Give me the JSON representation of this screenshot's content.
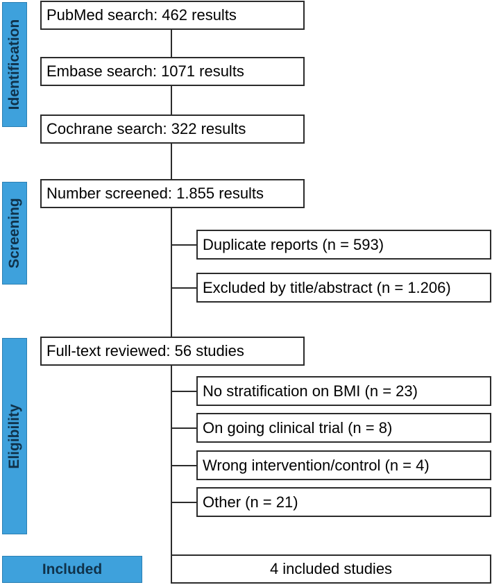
{
  "phases": {
    "identification": "Identification",
    "screening": "Screening",
    "eligibility": "Eligibility",
    "included": "Included"
  },
  "identification": {
    "pubmed": "PubMed search: 462 results",
    "embase": "Embase search: 1071 results",
    "cochrane": "Cochrane search: 322 results"
  },
  "screening": {
    "screened": "Number screened: 1.855 results",
    "duplicates": "Duplicate reports (n = 593)",
    "excluded_title": "Excluded by title/abstract (n = 1.206)"
  },
  "eligibility": {
    "fulltext": "Full-text reviewed: 56 studies",
    "exclusions": [
      "No stratification on BMI (n = 23)",
      "On going clinical trial (n = 8)",
      "Wrong intervention/control (n = 4)",
      "Other (n = 21)"
    ]
  },
  "included": {
    "studies": "4 included studies"
  },
  "colors": {
    "phase_fill": "#3ea1dc",
    "box_border": "#2b2b2b"
  }
}
